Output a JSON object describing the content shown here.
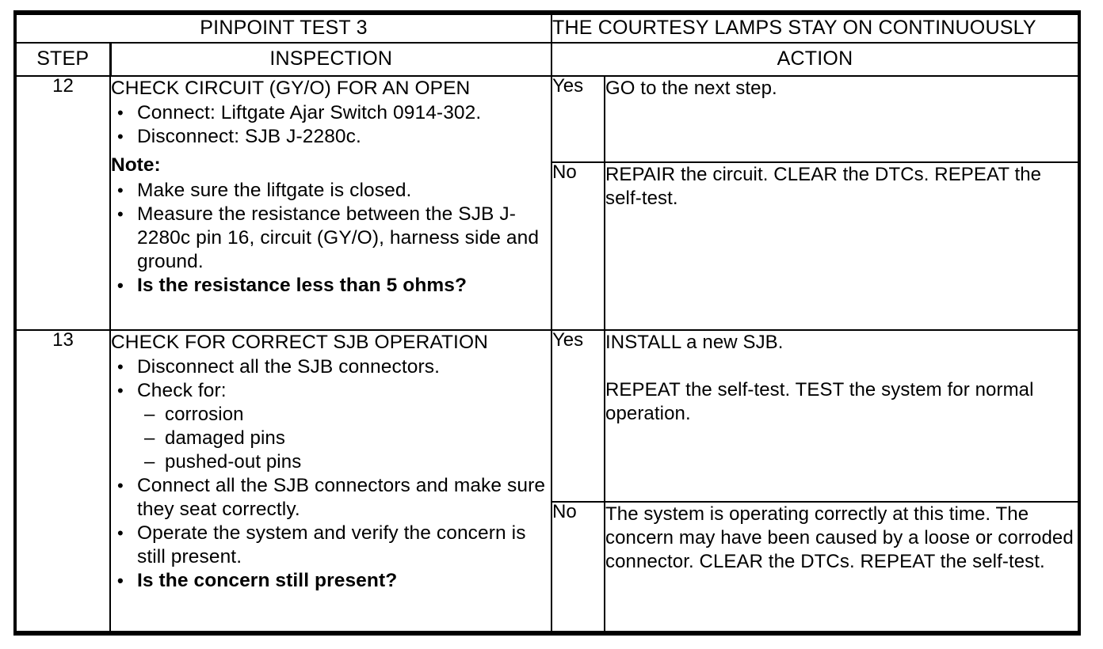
{
  "document": {
    "test_id": "PINPOINT TEST 3",
    "test_name": "THE COURTESY LAMPS STAY ON CONTINUOUSLY",
    "columns": {
      "step": "STEP",
      "inspection": "INSPECTION",
      "action": "ACTION"
    },
    "bullet_glyph": "•",
    "dash_glyph": "–"
  },
  "steps": [
    {
      "number": "12",
      "inspection": {
        "title": "CHECK CIRCUIT (GY/O) FOR AN OPEN",
        "bullets": [
          "Connect: Liftgate Ajar Switch 0914-302.",
          "Disconnect: SJB J-2280c."
        ],
        "note_label": "Note:",
        "note_bullets": [
          {
            "text": "Make sure the liftgate is closed.",
            "bold": false
          },
          {
            "text": "Measure the resistance between the SJB J-2280c pin 16, circuit (GY/O), harness side and ground.",
            "bold": false
          },
          {
            "text": "Is the resistance less than 5 ohms?",
            "bold": true
          }
        ]
      },
      "outcomes": [
        {
          "answer": "Yes",
          "paragraphs": [
            "GO to the next step."
          ]
        },
        {
          "answer": "No",
          "paragraphs": [
            "REPAIR the circuit. CLEAR the DTCs. REPEAT the self-test."
          ]
        }
      ]
    },
    {
      "number": "13",
      "inspection": {
        "title": "CHECK FOR CORRECT SJB OPERATION",
        "bullets": [
          "Disconnect all the SJB connectors.",
          "Check for:"
        ],
        "sub_bullets": [
          "corrosion",
          "damaged pins",
          "pushed-out pins"
        ],
        "bullets_after": [
          {
            "text": "Connect all the SJB connectors and make sure they seat correctly.",
            "bold": false
          },
          {
            "text": "Operate the system and verify the concern is still present.",
            "bold": false
          },
          {
            "text": "Is the concern still present?",
            "bold": true
          }
        ]
      },
      "outcomes": [
        {
          "answer": "Yes",
          "paragraphs": [
            "INSTALL a new SJB.",
            "REPEAT the self-test. TEST the system for normal operation."
          ]
        },
        {
          "answer": "No",
          "paragraphs": [
            "The system is operating correctly at this time. The concern may have been caused by a loose or corroded connector. CLEAR the DTCs. REPEAT the self-test."
          ]
        }
      ]
    }
  ]
}
